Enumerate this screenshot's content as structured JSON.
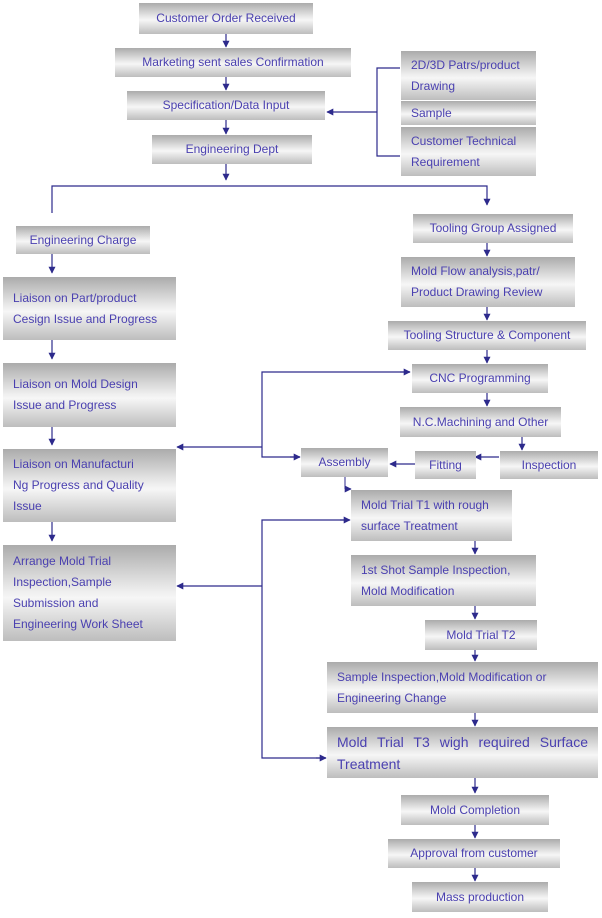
{
  "nodes": {
    "customer_order": "Customer Order Received",
    "marketing_confirmation": "Marketing sent sales Confirmation",
    "spec_input": "Specification/Data Input",
    "engineering_dept": "Engineering Dept",
    "drawing_2d3d": "2D/3D  Patrs/product\nDrawing",
    "sample": "Sample",
    "customer_tech_req": "Customer Technical\nRequirement",
    "engineering_charge": "Engineering Charge",
    "liaison_part": "Liaison on Part/product\nCesign Issue and Progress",
    "liaison_mold_design": "Liaison on Mold Design\nIssue and Progress",
    "liaison_manufacturing": "Liaison on Manufacturi\nNg Progress and Quality\nIssue",
    "arrange_trial": "Arrange Mold Trial\nInspection,Sample\nSubmission and\nEngineering Work Sheet",
    "tooling_group": "Tooling Group Assigned",
    "mold_flow": "Mold Flow analysis,patr/\nProduct Drawing Review",
    "tooling_structure": "Tooling Structure & Component",
    "cnc_programming": "CNC Programming",
    "nc_machining": "N.C.Machining and Other",
    "inspection": "Inspection",
    "fitting": "Fitting",
    "assembly": "Assembly",
    "trial_t1": "Mold Trial T1 with rough\nsurface Treatment",
    "first_shot": "1st Shot Sample Inspection,\nMold Modification",
    "trial_t2": "Mold Trial T2",
    "sample_inspection": "Sample Inspection,Mold Modification or\nEngineering Change",
    "trial_t3": "Mold Trial T3 wigh required Surface Treatment",
    "mold_completion": "Mold Completion",
    "approval": "Approval from customer",
    "mass_production": "Mass production"
  },
  "colors": {
    "text": "#4a40b0",
    "arrow": "#2d2a8c",
    "box_dark": "#ababab",
    "box_light": "#f6f6f6"
  }
}
